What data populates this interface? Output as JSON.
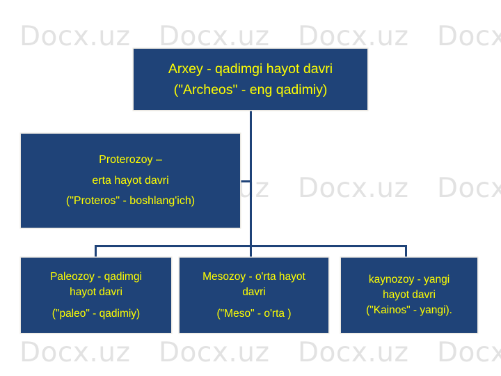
{
  "page": {
    "background_color": "#ffffff",
    "box_color": "#1f4378",
    "text_color": "#ffff00",
    "connector_color": "#1f4378",
    "watermark_color": "#e2e2e2"
  },
  "watermark": {
    "text": "Docx.uz",
    "rows": 3,
    "repeats_per_row": 4
  },
  "diagram": {
    "type": "hierarchy-tree",
    "root": {
      "id": "arxey",
      "lines": [
        "Arxey - qadimgi hayot davri",
        "(\"Archeos\" - eng qadimiy)"
      ]
    },
    "branch": {
      "id": "proterozoy",
      "lines": [
        "Proterozoy –",
        "erta hayot davri",
        "(\"Proteros\" - boshlang'ich)"
      ]
    },
    "leaves": [
      {
        "id": "paleozoy",
        "lines": [
          "Paleozoy - qadimgi",
          "hayot davri",
          "(\"paleo\" - qadimiy)"
        ]
      },
      {
        "id": "mesozoy",
        "lines": [
          "Mesozoy - o'rta hayot",
          "davri",
          "(\"Meso\" - o'rta )"
        ]
      },
      {
        "id": "kaynozoy",
        "lines": [
          "kaynozoy - yangi",
          "hayot davri",
          "(\"Kainos\" - yangi)."
        ]
      }
    ]
  }
}
